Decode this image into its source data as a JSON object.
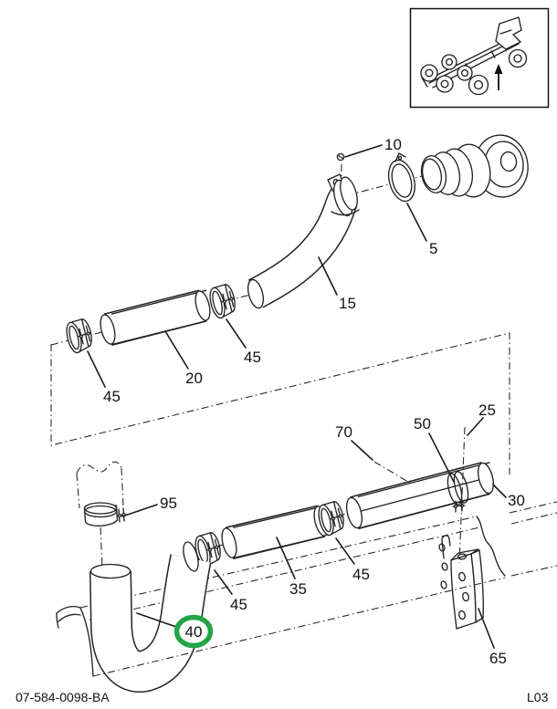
{
  "document": {
    "footer_left": "07-584-0098-BA",
    "footer_right": "L03"
  },
  "inset": {
    "icon": "truck-chassis-locator",
    "arrow_direction": "up"
  },
  "highlight": {
    "color": "#22a447",
    "callout": "40"
  },
  "callouts": [
    {
      "label": "10",
      "part": "mounting-bolt"
    },
    {
      "label": "5",
      "part": "v-band-clamp"
    },
    {
      "label": "15",
      "part": "upper-elbow-hose"
    },
    {
      "label": "45",
      "part": "hose-clamp-upper-middle"
    },
    {
      "label": "20",
      "part": "upper-tube"
    },
    {
      "label": "45",
      "part": "hose-clamp-upper-left"
    },
    {
      "label": "25",
      "part": "alignment-centerline"
    },
    {
      "label": "50",
      "part": "t-bolt-clamp"
    },
    {
      "label": "70",
      "part": "tube-assembly-reference"
    },
    {
      "label": "30",
      "part": "lower-long-tube"
    },
    {
      "label": "95",
      "part": "stack-sleeve"
    },
    {
      "label": "45",
      "part": "hose-clamp-lower-left"
    },
    {
      "label": "35",
      "part": "lower-tube"
    },
    {
      "label": "45",
      "part": "hose-clamp-lower-right"
    },
    {
      "label": "40",
      "part": "lower-elbow-hose",
      "highlighted": true
    },
    {
      "label": "65",
      "part": "mounting-bracket"
    }
  ]
}
